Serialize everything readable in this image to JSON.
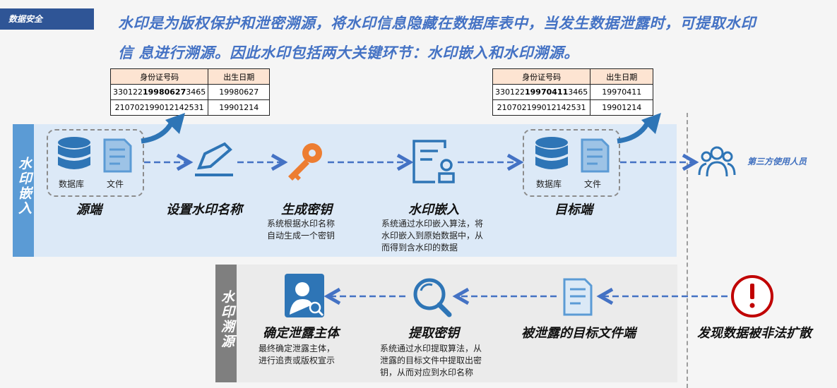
{
  "tag": "数据安全",
  "headline": {
    "line1": "水印是为版权保护和泄密溯源，将水印信息隐藏在数据库表中，当发生数据泄露时，可提取水印",
    "line2": "信 息进行溯源。因此水印包括两大关键环节：水印嵌入和水印溯源。"
  },
  "sections": {
    "embed": "水印嵌入",
    "trace": "水印溯源"
  },
  "table_left": {
    "headers": [
      "身份证号码",
      "出生日期"
    ],
    "rows": [
      {
        "id_pre": "330122",
        "id_bold": "19980627",
        "id_post": "3465",
        "date": "19980627"
      },
      {
        "id_pre": "210702199012142531",
        "id_bold": "",
        "id_post": "",
        "date": "19901214"
      }
    ]
  },
  "table_right": {
    "headers": [
      "身份证号码",
      "出生日期"
    ],
    "rows": [
      {
        "id_pre": "330122",
        "id_bold": "19970411",
        "id_post": "3465",
        "date": "19970411"
      },
      {
        "id_pre": "210702199012142531",
        "id_bold": "",
        "id_post": "",
        "date": "19901214"
      }
    ]
  },
  "embed_flow": {
    "source": {
      "title": "源端",
      "db_label": "数据库",
      "file_label": "文件"
    },
    "set_name": {
      "title": "设置水印名称"
    },
    "gen_key": {
      "title": "生成密钥",
      "desc": [
        "系统根据水印名称",
        "自动生成一个密钥"
      ]
    },
    "embed": {
      "title": "水印嵌入",
      "desc": [
        "系统通过水印嵌入算法，将",
        "水印嵌入到原始数据中，从",
        "而得到含水印的数据"
      ]
    },
    "target": {
      "title": "目标端",
      "db_label": "数据库",
      "file_label": "文件"
    },
    "third_party": "第三方使用人员"
  },
  "trace_flow": {
    "identify": {
      "title": "确定泄露主体",
      "desc": [
        "最终确定泄露主体，",
        "进行追责或版权宣示"
      ]
    },
    "extract": {
      "title": "提取密钥",
      "desc": [
        "系统通过水印提取算法，从",
        "泄露的目标文件中提取出密",
        "钥，从而对应到水印名称"
      ]
    },
    "leaked": {
      "title": "被泄露的目标文件端"
    },
    "discover": {
      "title": "发现数据被非法扩散"
    }
  },
  "colors": {
    "accent": "#4472c4",
    "icon_blue": "#2e75b6",
    "key_orange": "#ed7d31",
    "alert_red": "#c00000"
  },
  "icons": [
    "database-icon",
    "file-icon",
    "pen-icon",
    "key-icon",
    "embed-doc-icon",
    "users-icon",
    "person-search-icon",
    "magnifier-icon",
    "doc-icon",
    "alert-icon"
  ]
}
